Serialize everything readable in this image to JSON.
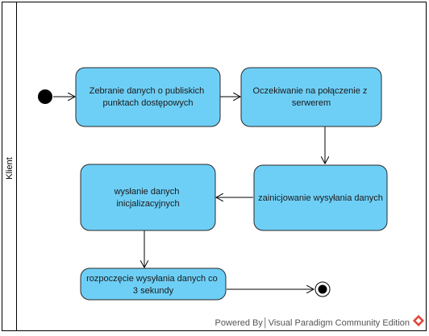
{
  "swimlane": {
    "label": "Klient"
  },
  "nodes": {
    "collect": {
      "lines": [
        "Zebranie danych o publiskich",
        "punktach dostępowych"
      ]
    },
    "wait": {
      "lines": [
        "Oczekiwanie na połączenie z",
        "serwerem"
      ]
    },
    "init": {
      "lines": [
        "zainicjowanie wysyłania danych"
      ]
    },
    "send": {
      "lines": [
        "wysłanie danych",
        "inicjalizacyjnych"
      ]
    },
    "start": {
      "lines": [
        "rozpoczęcie wysyłania danych co",
        "3 sekundy"
      ]
    }
  },
  "footer": {
    "text": "Powered By│Visual Paradigm Community Edition"
  },
  "colors": {
    "node_fill": "#6ecff6",
    "node_stroke": "#2a2a2a",
    "border": "#000000",
    "footer_logo": "#e2463b"
  }
}
